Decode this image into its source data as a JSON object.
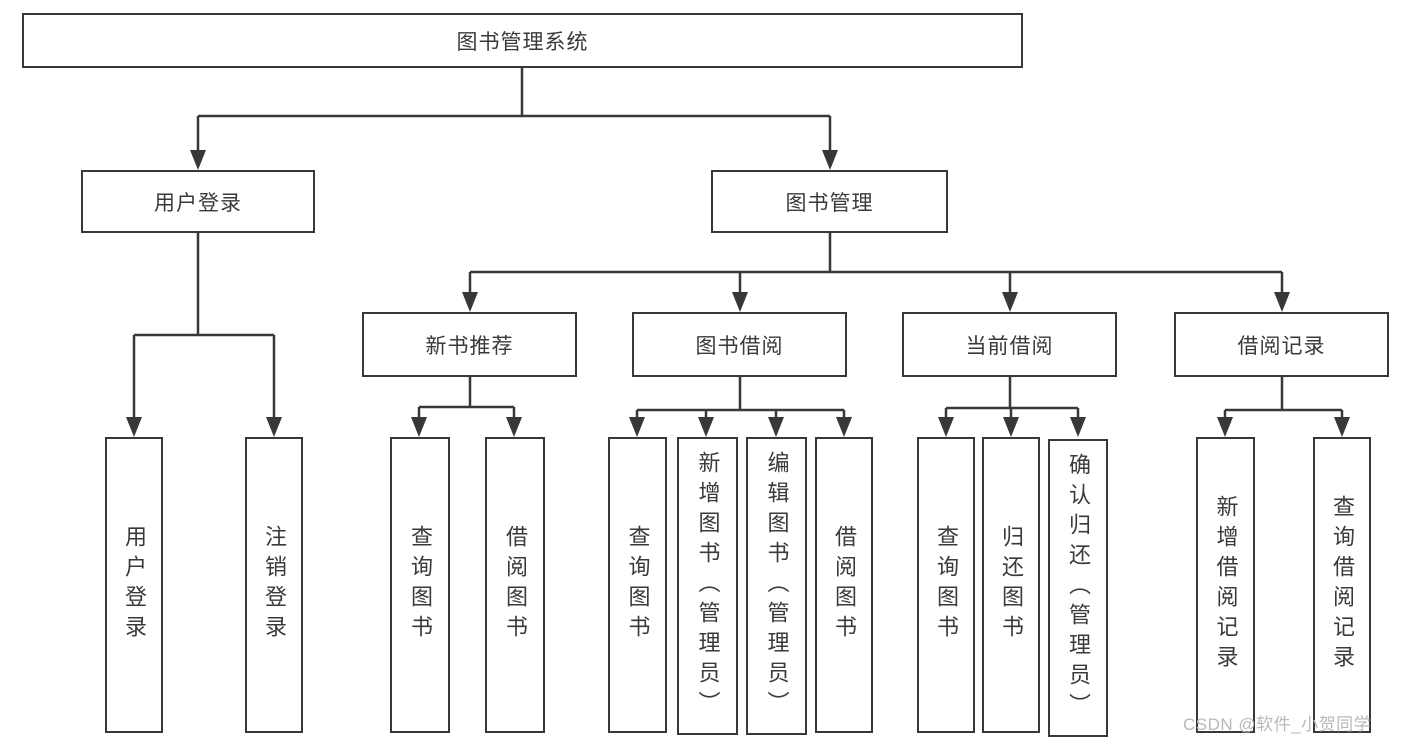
{
  "colors": {
    "line": "#383838",
    "box_border": "#383838",
    "text": "#3a3a3a",
    "watermark": "#b9b9b9",
    "background": "#ffffff"
  },
  "tree": {
    "root": {
      "label": "图书管理系统"
    },
    "branches": [
      {
        "label": "用户登录",
        "leaves": [
          {
            "label": "用户登录"
          },
          {
            "label": "注销登录"
          }
        ]
      },
      {
        "label": "图书管理",
        "groups": [
          {
            "label": "新书推荐",
            "leaves": [
              {
                "label": "查询图书"
              },
              {
                "label": "借阅图书"
              }
            ]
          },
          {
            "label": "图书借阅",
            "leaves": [
              {
                "label": "查询图书"
              },
              {
                "label": "新增图书（管理员）"
              },
              {
                "label": "编辑图书（管理员）"
              },
              {
                "label": "借阅图书"
              }
            ]
          },
          {
            "label": "当前借阅",
            "leaves": [
              {
                "label": "查询图书"
              },
              {
                "label": "归还图书"
              },
              {
                "label": "确认归还（管理员）"
              }
            ]
          },
          {
            "label": "借阅记录",
            "leaves": [
              {
                "label": "新增借阅记录"
              },
              {
                "label": "查询借阅记录"
              }
            ]
          }
        ]
      }
    ]
  },
  "watermark": {
    "text": "CSDN @软件_小贺同学"
  }
}
